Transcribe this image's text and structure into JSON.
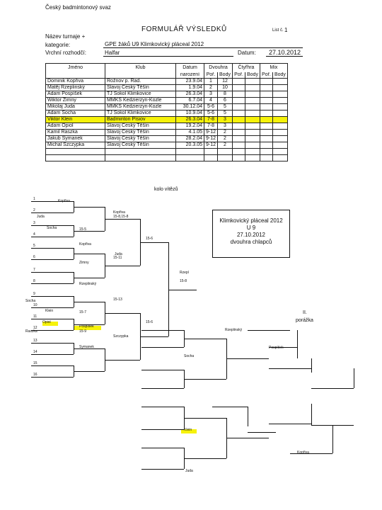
{
  "header": {
    "federation": "Český badmintonový svaz",
    "form_title": "FORMULÁŘ VÝSLEDKŮ",
    "page_label": "List č.",
    "page_number": "1",
    "tournament_label": "Název turnaje + kategorie:",
    "tournament_value": "GPE žáků U9 Klimkovický pláceal 2012",
    "referee_label": "Vrchní rozhodčí:",
    "referee_value": "Halfar",
    "date_label": "Datum:",
    "date_value": "27.10.2012"
  },
  "table": {
    "col_name": "Jméno",
    "col_club": "Klub",
    "col_birth_1": "Datum",
    "col_birth_2": "narození",
    "col_singles": "Dvouhra",
    "col_doubles": "Čtyřhra",
    "col_mixed": "Mix",
    "sub_rank": "Poř.",
    "sub_points": "Body",
    "rows": [
      {
        "name": "Dominik Kopřiva",
        "club": "Rožnov p. Rad.",
        "birth": "23.9.04",
        "rank": "1",
        "points": "12",
        "highlight": false
      },
      {
        "name": "Matěj Rzeplinský",
        "club": "Slavoj Český Těšín",
        "birth": "1.9.04",
        "rank": "2",
        "points": "10",
        "highlight": false
      },
      {
        "name": "Adam Pospíšek",
        "club": "TJ Sokol Klimkovice",
        "birth": "26.3.04",
        "rank": "3",
        "points": "8",
        "highlight": false
      },
      {
        "name": "Wiktor Zimny",
        "club": "MMKS Kedzierzyn-Kozle",
        "birth": "6.7.04",
        "rank": "4",
        "points": "6",
        "highlight": false
      },
      {
        "name": "Mikolaj Juda",
        "club": "MMKS Kedzierzyn-Kozle",
        "birth": "30.12.04",
        "rank": "5-6",
        "points": "5",
        "highlight": false
      },
      {
        "name": "Adam Socha",
        "club": "TJ Sokol Klimkovice",
        "birth": "10.9.04",
        "rank": "5-6",
        "points": "5",
        "highlight": false
      },
      {
        "name": "Viktor Klein",
        "club": "Badminton Písiov",
        "birth": "26.3.04",
        "rank": "7-8",
        "points": "3",
        "highlight": true
      },
      {
        "name": "Adam Opiol",
        "club": "Slavoj Český Těšín",
        "birth": "19.2.04",
        "rank": "7-8",
        "points": "3",
        "highlight": false
      },
      {
        "name": "Kamil Raszka",
        "club": "Slavoj Český Těšín",
        "birth": "4.1.05",
        "rank": "9-12",
        "points": "2",
        "highlight": false
      },
      {
        "name": "Jakub Symanek",
        "club": "Slavoj Český Těšín",
        "birth": "28.2.04",
        "rank": "9-12",
        "points": "2",
        "highlight": false
      },
      {
        "name": "Michal Szczypka",
        "club": "Slavoj Český Těšín",
        "birth": "20.3.05",
        "rank": "9-12",
        "points": "2",
        "highlight": false
      },
      {
        "name": "",
        "club": "",
        "birth": "",
        "rank": "",
        "points": "",
        "highlight": false
      },
      {
        "name": "",
        "club": "",
        "birth": "",
        "rank": "",
        "points": "",
        "highlight": false
      }
    ]
  },
  "bracket": {
    "winners_title": "kolo vítězů",
    "losers_title_1": "II.",
    "losers_title_2": "porážka",
    "info_1": "Klimkovický pláceal 2012",
    "info_2": "U 9",
    "info_3": "27.10.2012",
    "info_4": "dvouhra chlapců",
    "seeds": [
      "1",
      "2",
      "3",
      "4",
      "5",
      "6",
      "7",
      "8",
      "9",
      "10",
      "11",
      "12",
      "13",
      "14",
      "15",
      "16"
    ],
    "entries": [
      "Kopřiva",
      "Juda",
      "Socha",
      "Kopřiva",
      "Kopřiva",
      "Juda",
      "Zimny",
      "Rzeplinský",
      "Rzepl",
      "Socha",
      "Klein",
      "Opiol",
      "Raszka",
      "Pospíšek",
      "Symanek",
      "Szczypka",
      "Rzeplinský",
      "Pospíšek",
      "Socha",
      "Klein",
      "Kopřiva",
      "Juda"
    ],
    "scores": [
      "15-8,15-8",
      "15-5",
      "15-6",
      "15-11",
      "15-8",
      "15-13",
      "15-7",
      "15-6",
      "15-9"
    ]
  }
}
